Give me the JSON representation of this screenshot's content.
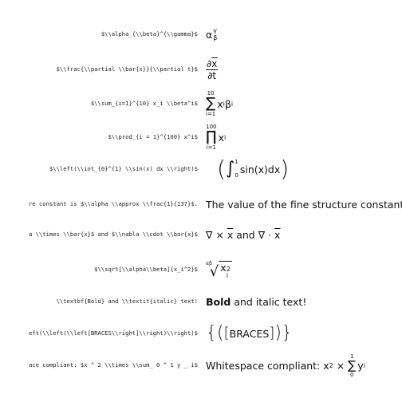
{
  "rows": [
    {
      "src": "$\\\\alpha_{\\\\beta}^{\\\\gamma}$",
      "out": {
        "base": "α",
        "sub": "β",
        "sup": "γ"
      }
    },
    {
      "src": "$\\\\frac{\\\\partial \\\\bar{x}}{\\\\partial t}$",
      "out": {
        "num_d": "∂",
        "num_x": "x",
        "den": "∂t"
      }
    },
    {
      "src": "$\\\\sum_{i=1}^{10} x_i \\\\beta^i$",
      "out": {
        "top": "10",
        "sym": "∑",
        "bottom": "i=1",
        "x": "x",
        "i": "i",
        "beta": "β",
        "sup": "i"
      }
    },
    {
      "src": "$\\\\prod_{i = 1}^{100} x^i$",
      "out": {
        "top": "100",
        "sym": "∏",
        "bottom": "i=1",
        "x": "x",
        "sup": "i"
      }
    },
    {
      "src": "$\\\\left(\\\\int_{0}^{1} \\\\sin(x) dx \\\\right)$",
      "out": {
        "lp": "(",
        "int": "∫",
        "upper": "1",
        "lower": "0",
        "body": "sin(x)dx",
        "rp": ")"
      }
    },
    {
      "src": "re constant is $\\\\alpha \\\\approx \\\\frac{1}{137}$.",
      "out": {
        "text": "The value of the fine structure constant i"
      }
    },
    {
      "src": "a \\\\times \\\\bar{x}$ and $\\\\nabla \\\\cdot \\\\bar{x}$",
      "out": {
        "nabla1": "∇",
        "times": "×",
        "x1": "x",
        "and": " and ",
        "nabla2": "∇",
        "cdot": "·",
        "x2": "x"
      }
    },
    {
      "src": "$\\\\sqrt[\\\\alpha\\\\beta]{x_i^2}$",
      "out": {
        "idx": "αβ",
        "rad": "√",
        "x": "x",
        "sub": "i",
        "sup": "2"
      }
    },
    {
      "src": "\\\\textbf{Bold} and \\\\textit{italic} text!",
      "out": {
        "bold": "Bold",
        "rest": " and italic text!"
      }
    },
    {
      "src": "eft(\\\\left(\\\\left[BRACES\\\\right]\\\\right)\\\\right)$",
      "out": {
        "l1": "{",
        "l2": "(",
        "l3": "[",
        "body": "BRACES",
        "r3": "]",
        "r2": ")",
        "r1": "}"
      }
    },
    {
      "src": "ace compliant: $x ^ 2 \\\\times \\\\sum_ 0 ^ 1 y _ i$",
      "out": {
        "text": "Whitespace compliant: ",
        "x": "x",
        "sup": "2",
        "times": " × ",
        "top": "1",
        "sym": "∑",
        "bottom": "0",
        "y": "y",
        "sub": "i"
      }
    }
  ]
}
